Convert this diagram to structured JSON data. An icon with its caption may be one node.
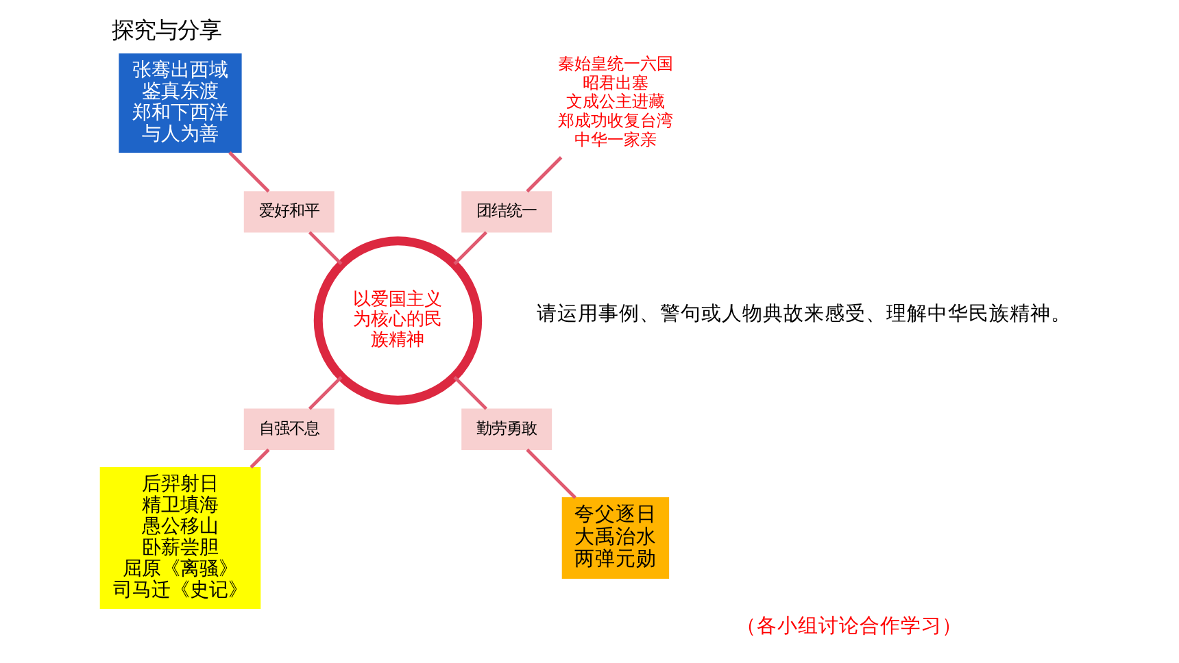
{
  "diagram": {
    "title": "探究与分享",
    "nodes": [
      {
        "text": [
          "以爱国主义为核心的民族精神"
        ]
      },
      {
        "text": [
          "团结统一"
        ]
      },
      {
        "text": [
          "秦始皇统一六国",
          "昭君出塞",
          "文成公主进藏",
          "郑成功收复台湾",
          "中华一家亲"
        ]
      },
      {
        "text": [
          "爱好和平"
        ]
      },
      {
        "text": [
          "张骞出西域",
          "鉴真东渡",
          "郑和下西洋",
          "与人为善"
        ]
      },
      {
        "text": [
          "自强不息"
        ]
      },
      {
        "text": [
          "后羿射日",
          "精卫填海",
          "愚公移山",
          "卧薪尝胆",
          "屈原《离骚》",
          "司马迁《史记》"
        ]
      },
      {
        "text": [
          "勤劳勇敢"
        ]
      },
      {
        "text": [
          "夸父逐日",
          "大禹治水",
          "两弹元勋"
        ]
      }
    ],
    "edges": [
      {
        "from": 0,
        "to": 1,
        "arrow": "none"
      },
      {
        "from": 1,
        "to": 2,
        "arrow": "none"
      },
      {
        "from": 0,
        "to": 3,
        "arrow": "none"
      },
      {
        "from": 3,
        "to": 4,
        "arrow": "none"
      },
      {
        "from": 0,
        "to": 5,
        "arrow": "none"
      },
      {
        "from": 5,
        "to": 6,
        "arrow": "none"
      },
      {
        "from": 0,
        "to": 7,
        "arrow": "none"
      },
      {
        "from": 7,
        "to": 8,
        "arrow": "none"
      }
    ],
    "labels": [
      "请运用事例、警句或人物典故来感受、理解中华民族精神。",
      "（各小组讨论合作学习）"
    ]
  }
}
